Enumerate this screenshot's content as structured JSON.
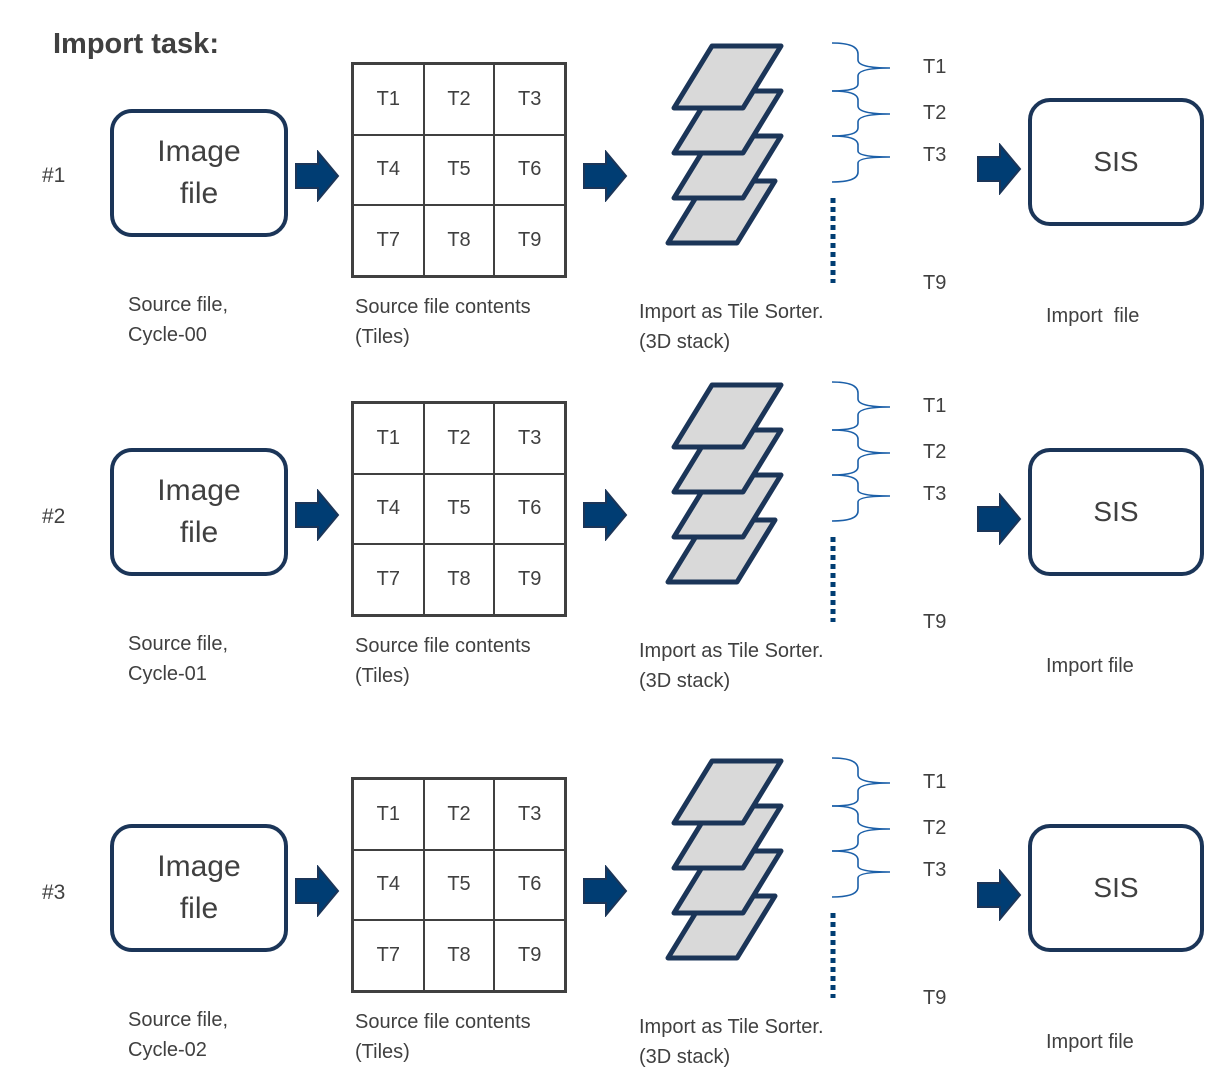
{
  "title": "Import task:",
  "rows": [
    {
      "number": "#1",
      "image_box": {
        "line1": "Image",
        "line2": "file"
      },
      "tiles": [
        "T1",
        "T2",
        "T3",
        "T4",
        "T5",
        "T6",
        "T7",
        "T8",
        "T9"
      ],
      "stack_labels": {
        "t1": "T1",
        "t2": "T2",
        "t3": "T3",
        "t9": "T9"
      },
      "target": "SIS",
      "captions": {
        "source_line1": "Source file,",
        "source_line2": "Cycle-00",
        "contents_line1": "Source file contents",
        "contents_line2": "(Tiles)",
        "import_line1": "Import as Tile Sorter.",
        "import_line2": "(3D stack)",
        "target": "Import  file"
      }
    },
    {
      "number": "#2",
      "image_box": {
        "line1": "Image",
        "line2": "file"
      },
      "tiles": [
        "T1",
        "T2",
        "T3",
        "T4",
        "T5",
        "T6",
        "T7",
        "T8",
        "T9"
      ],
      "stack_labels": {
        "t1": "T1",
        "t2": "T2",
        "t3": "T3",
        "t9": "T9"
      },
      "target": "SIS",
      "captions": {
        "source_line1": "Source file,",
        "source_line2": "Cycle-01",
        "contents_line1": "Source file contents",
        "contents_line2": "(Tiles)",
        "import_line1": "Import as Tile Sorter.",
        "import_line2": "(3D stack)",
        "target": "Import file"
      }
    },
    {
      "number": "#3",
      "image_box": {
        "line1": "Image",
        "line2": "file"
      },
      "tiles": [
        "T1",
        "T2",
        "T3",
        "T4",
        "T5",
        "T6",
        "T7",
        "T8",
        "T9"
      ],
      "stack_labels": {
        "t1": "T1",
        "t2": "T2",
        "t3": "T3",
        "t9": "T9"
      },
      "target": "SIS",
      "captions": {
        "source_line1": "Source file,",
        "source_line2": "Cycle-02",
        "contents_line1": "Source file contents",
        "contents_line2": "(Tiles)",
        "import_line1": "Import as Tile Sorter.",
        "import_line2": "(3D stack)",
        "target": "Import file"
      }
    }
  ],
  "colors": {
    "accent": "#1b3558",
    "arrow": "#003d73",
    "tile_fill": "#d9d9d9"
  }
}
